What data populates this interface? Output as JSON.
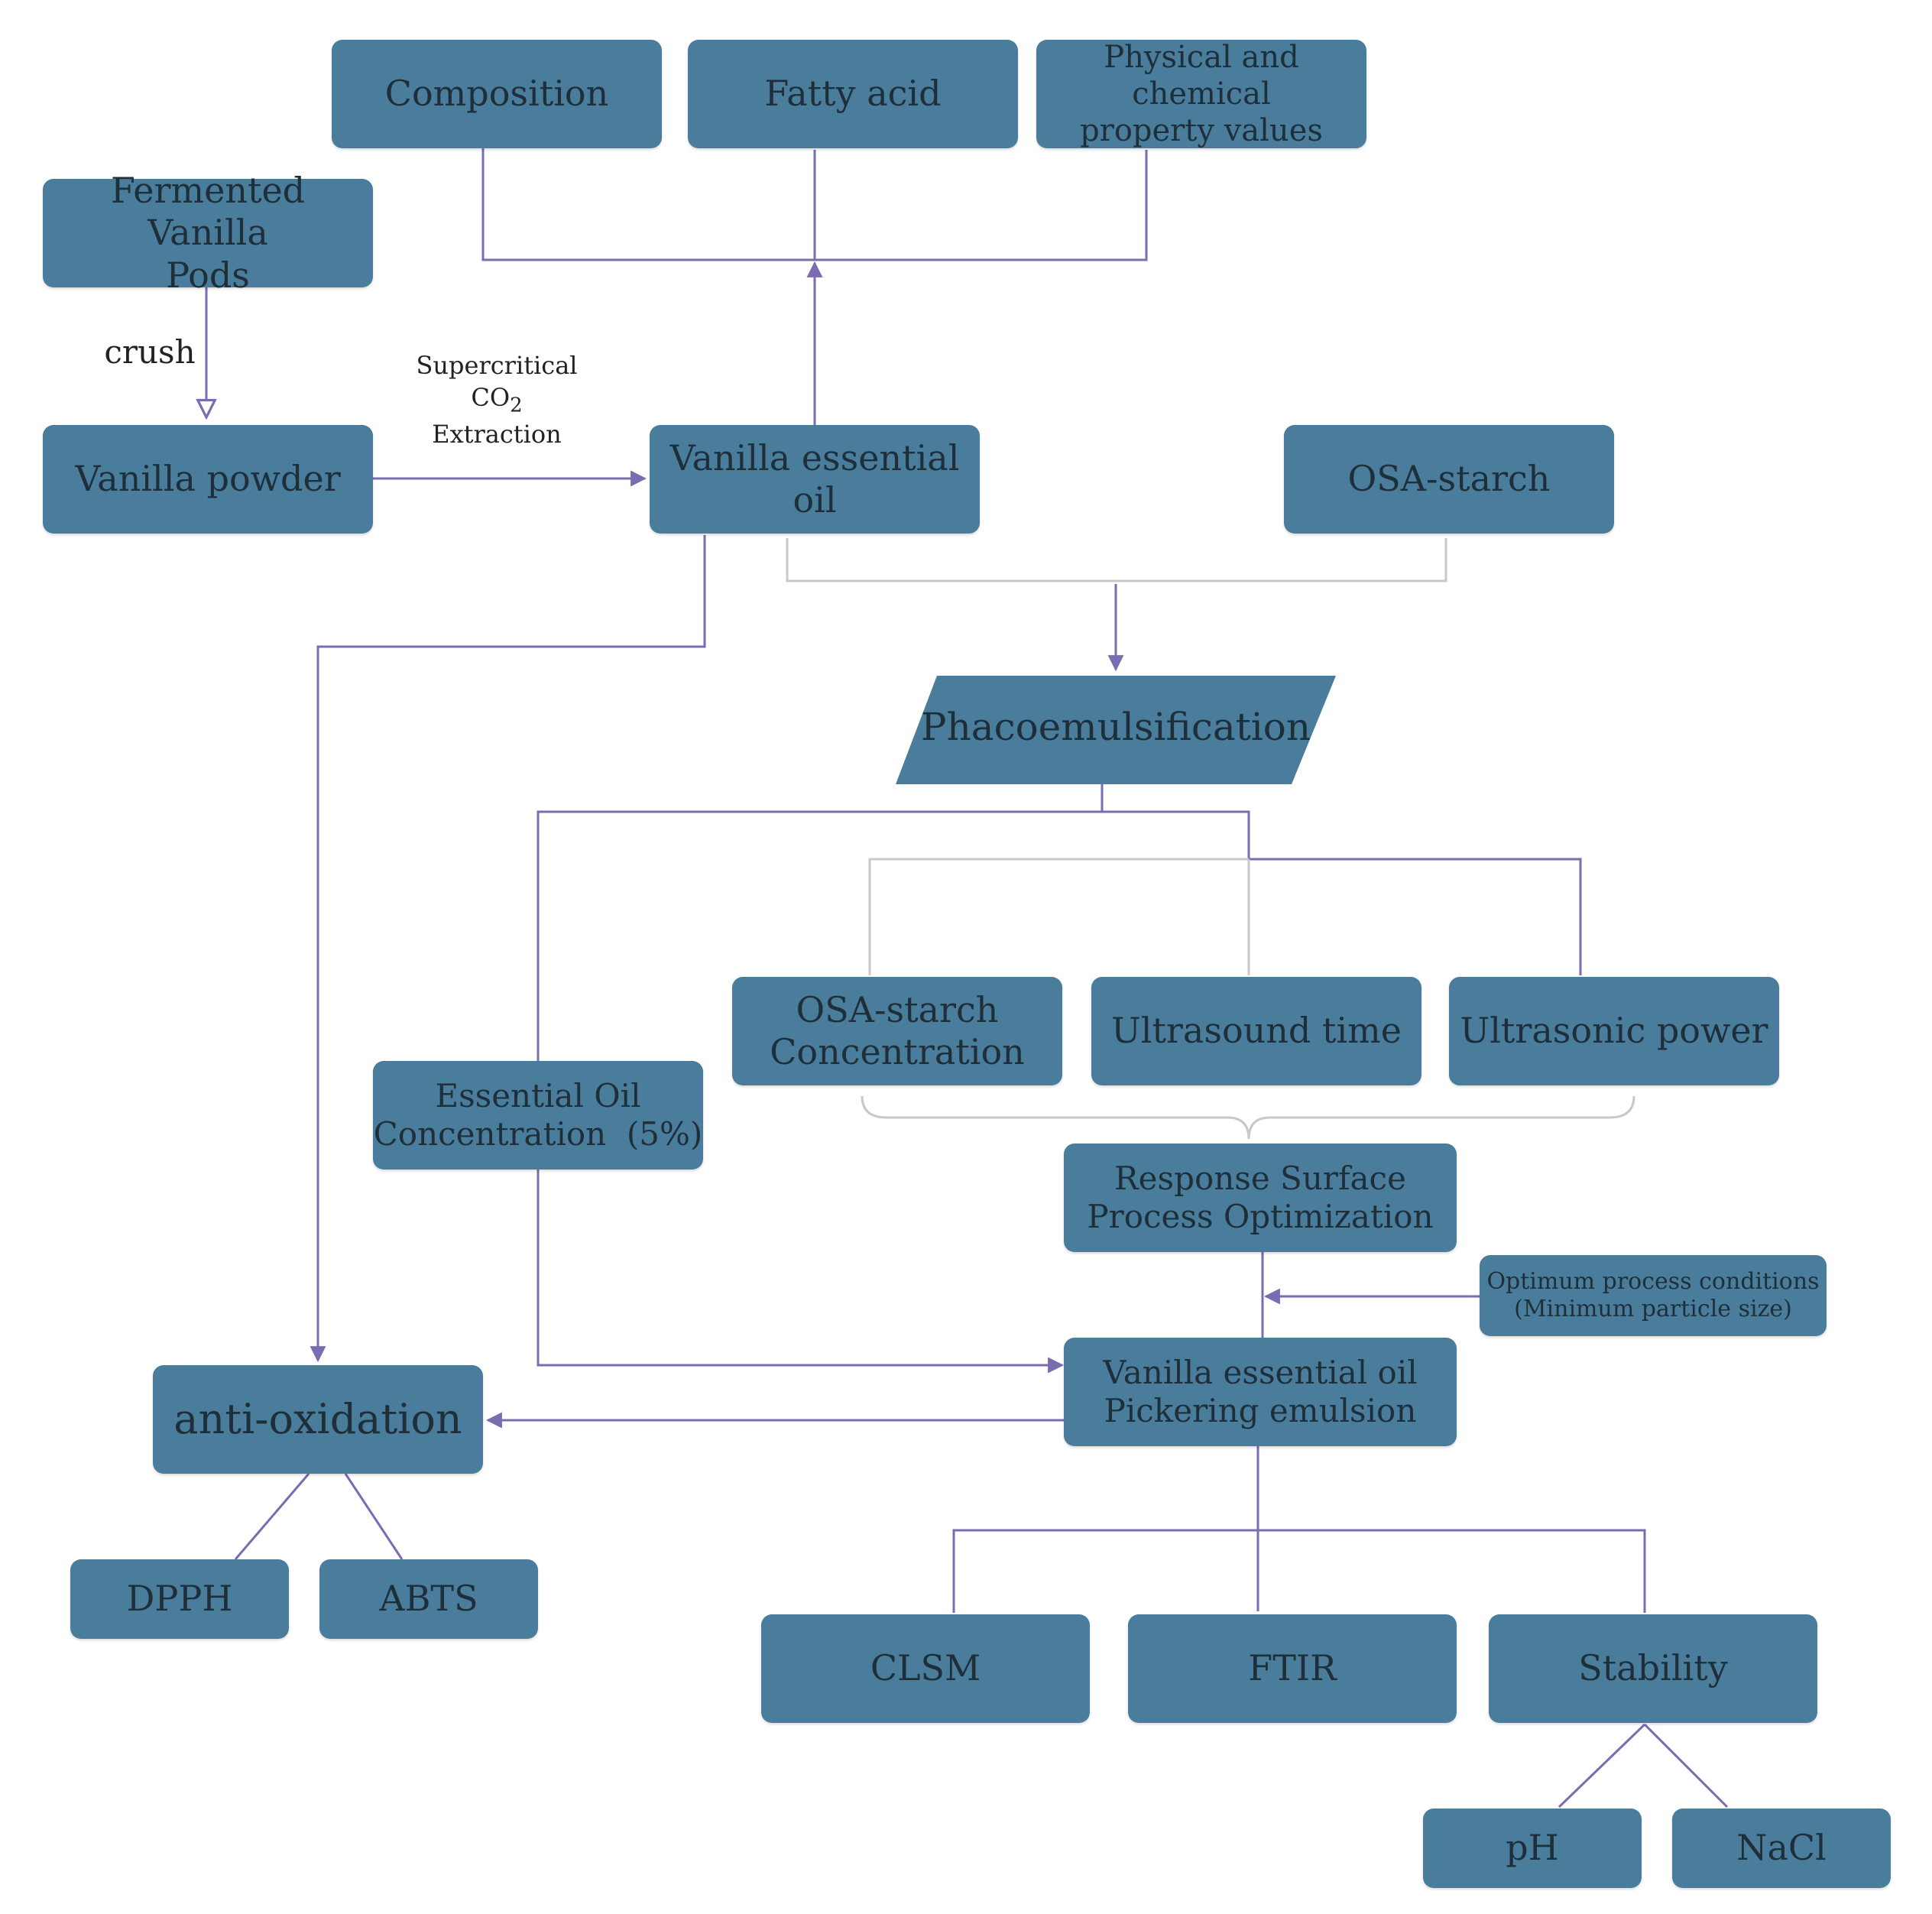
{
  "colors": {
    "box": "#4a7d9c",
    "line": "#7b6bb0",
    "light_line": "#c8c8c8",
    "text": "#1e2f3a"
  },
  "nodes": {
    "composition": "Composition",
    "fatty_acid": "Fatty acid",
    "physchem": "Physical and chemical\nproperty values",
    "fermented_pods": "Fermented Vanilla\nPods",
    "vanilla_powder": "Vanilla  powder",
    "vanilla_oil": "Vanilla essential oil",
    "osa_starch": "OSA-starch",
    "phacoemulsification": "Phacoemulsification",
    "osa_concentration": "OSA-starch\nConcentration",
    "ultrasound_time": "Ultrasound time",
    "ultrasonic_power": "Ultrasonic power",
    "essential_oil_conc": "Essential Oil\nConcentration  (5%)",
    "rsm": "Response Surface\nProcess Optimization",
    "optimum": "Optimum process conditions\n(Minimum particle size)",
    "pickering": "Vanilla essential oil\nPickering emulsion",
    "anti_oxidation": "anti-oxidation",
    "dpph": "DPPH",
    "abts": "ABTS",
    "clsm": "CLSM",
    "ftir": "FTIR",
    "stability": "Stability",
    "ph": "pH",
    "nacl": "NaCl"
  },
  "edge_labels": {
    "crush": "crush",
    "supercritical": "Supercritical",
    "co2": "CO",
    "co2_sub": "2",
    "extraction": "Extraction"
  }
}
